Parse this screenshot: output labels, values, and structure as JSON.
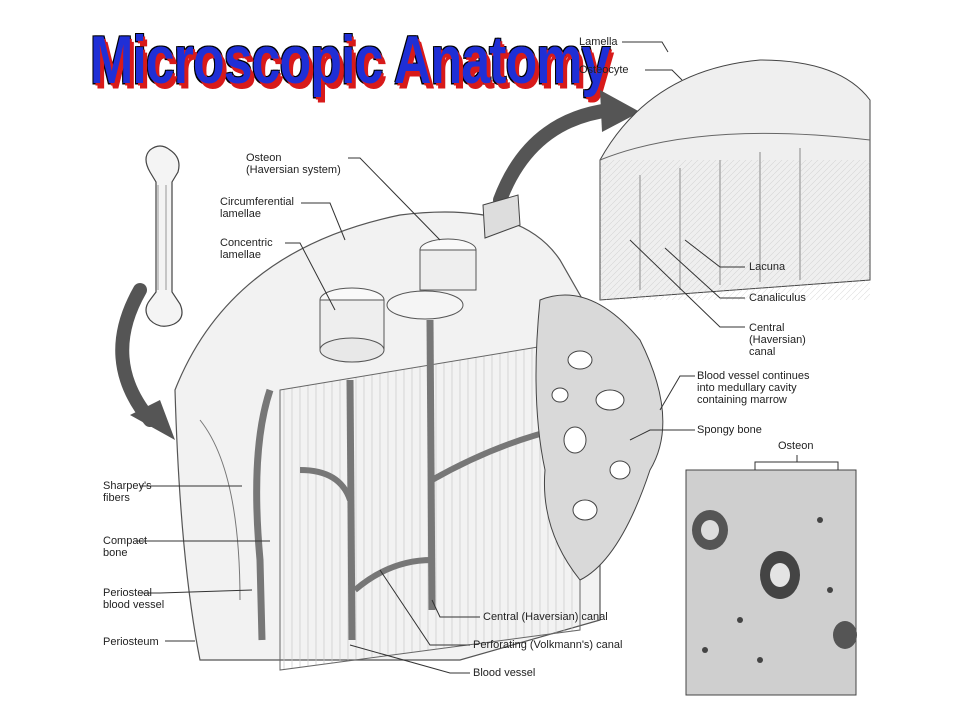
{
  "title": "Microscopic Anatomy",
  "labels": {
    "lamella": "Lamella",
    "osteocyte": "Osteocyte",
    "osteon_haversian": "Osteon\n(Haversian system)",
    "circumferential": "Circumferential\nlamellae",
    "concentric": "Concentric\nlamellae",
    "lacuna": "Lacuna",
    "canaliculus": "Canaliculus",
    "central_canal_right": "Central\n(Haversian)\ncanal",
    "blood_vessel_continues": "Blood vessel continues\ninto medullary cavity\ncontaining marrow",
    "spongy_bone": "Spongy bone",
    "osteon_micro": "Osteon",
    "sharpeys": "Sharpey's\nfibers",
    "compact": "Compact\nbone",
    "periosteal_vessel": "Periosteal\nblood vessel",
    "periosteum": "Periosteum",
    "central_canal_bottom": "Central (Haversian) canal",
    "perforating": "Perforating (Volkmann's) canal",
    "blood_vessel": "Blood vessel"
  },
  "colors": {
    "title_fill": "#1f2fd6",
    "title_shadow": "#d81a1a",
    "line": "#333333"
  }
}
